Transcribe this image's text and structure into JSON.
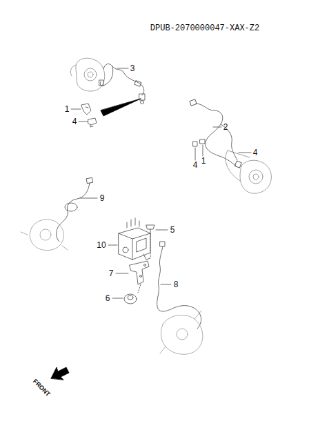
{
  "diagram": {
    "title": "DPUB-2070000047-XAX-Z2",
    "labels": [
      "3",
      "1",
      "4",
      "2",
      "4",
      "4",
      "1",
      "9",
      "5",
      "10",
      "7",
      "8",
      "6",
      "FRONT"
    ]
  }
}
